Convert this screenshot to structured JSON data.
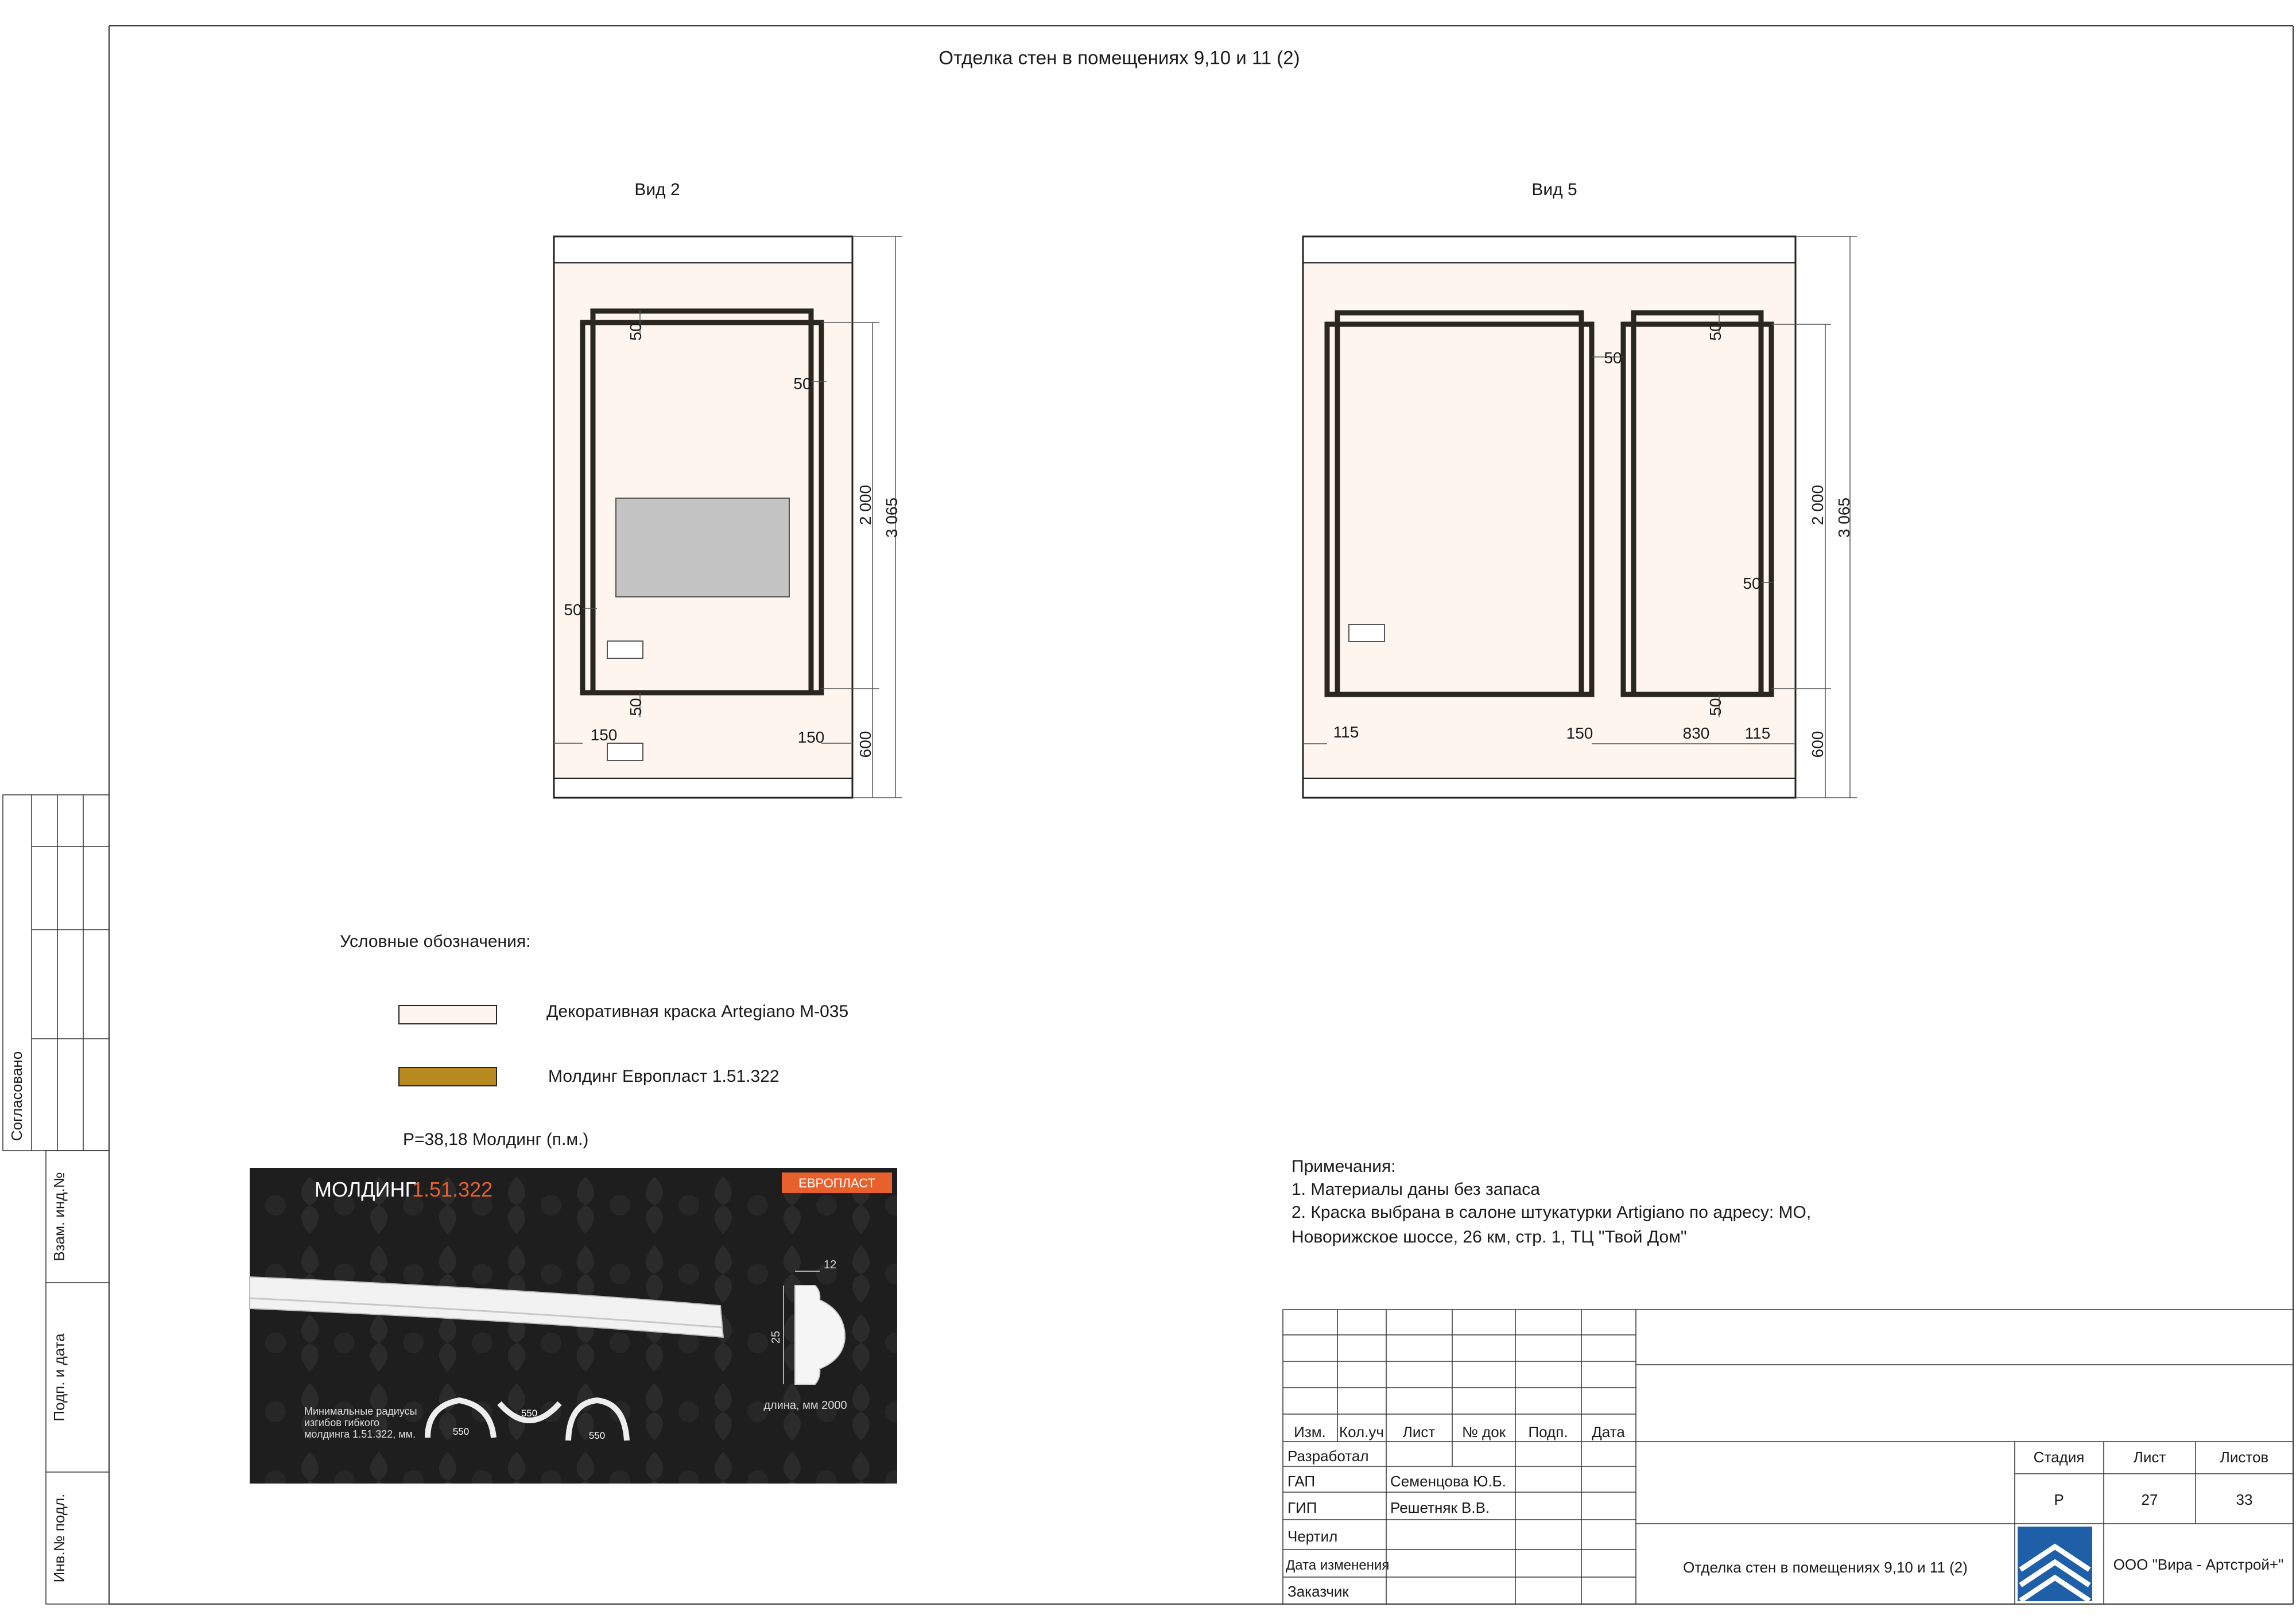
{
  "sheet_title": "Отделка стен в помещениях 9,10 и 11 (2)",
  "view_a": {
    "title": "Вид 2",
    "dims": {
      "d50_top": "50",
      "d50_right": "50",
      "d50_left": "50",
      "d50_bottom": "50",
      "d150_left": "150",
      "d150_right": "150",
      "h2000": "2 000",
      "h3065": "3 065",
      "h600": "600"
    }
  },
  "view_b": {
    "title": "Вид 5",
    "dims": {
      "d50_mid": "50",
      "d50_top": "50",
      "d50_right": "50",
      "d50_bottom": "50",
      "d115_left": "115",
      "d150": "150",
      "d830": "830",
      "d115_right": "115",
      "h2000": "2 000",
      "h3065": "3 065",
      "h600": "600"
    }
  },
  "legend": {
    "title": "Условные обозначения:",
    "items": [
      {
        "label": "Декоративная краска Artegiano M-035",
        "color": "#fdf5ee"
      },
      {
        "label": "Молдинг Европласт 1.51.322",
        "color": "#b8891f"
      }
    ],
    "perimeter": "P=38,18 Молдинг (п.м.)"
  },
  "product": {
    "name_prefix": "МОЛДИНГ",
    "code": "1.51.322",
    "brand": "ЕВРОПЛАСТ",
    "width": "12",
    "height": "25",
    "length": "длина, мм 2000",
    "radius_note": [
      "Минимальные радиусы",
      "изгибов гибкого",
      "молдинга 1.51.322, мм."
    ],
    "radii": [
      "550",
      "550",
      "550"
    ]
  },
  "notes": {
    "title": "Примечания:",
    "lines": [
      "1. Материалы даны без запаса",
      "2. Краска выбрана в салоне штукатурки Artigiano по адресу: МО,",
      "Новорижское шоссе, 26 км, стр. 1, ТЦ \"Твой Дом\""
    ]
  },
  "title_block": {
    "headers": [
      "Изм.",
      "Кол.уч",
      "Лист",
      "№ док",
      "Подп.",
      "Дата"
    ],
    "rows": [
      {
        "role": "Разработал",
        "name": ""
      },
      {
        "role": "ГАП",
        "name": "Семенцова Ю.Б."
      },
      {
        "role": "ГИП",
        "name": "Решетняк В.В."
      },
      {
        "role": "Чертил",
        "name": ""
      },
      {
        "role": "Дата изменения",
        "name": ""
      },
      {
        "role": "Заказчик",
        "name": ""
      }
    ],
    "stage_label": "Стадия",
    "sheet_label": "Лист",
    "sheets_label": "Листов",
    "stage": "Р",
    "sheet": "27",
    "sheets": "33",
    "drawing_title": "Отделка стен в помещениях 9,10 и 11 (2)",
    "company": "ООО \"Вира - Артстрой+\""
  },
  "side_stamp": {
    "agreed": "Согласовано",
    "inv_repl": "Взам. инд.№",
    "sign_date": "Подп. и дата",
    "inv_orig": "Инв.№ подл."
  },
  "colors": {
    "wall_fill": "#fdf5ee",
    "molding": "#2a2620",
    "tv": "#c4c4c4",
    "molding_legend": "#b8891f",
    "product_bg": "#1e1e1e",
    "product_accent": "#e8602c",
    "logo_blue": "#1f5fa8"
  }
}
